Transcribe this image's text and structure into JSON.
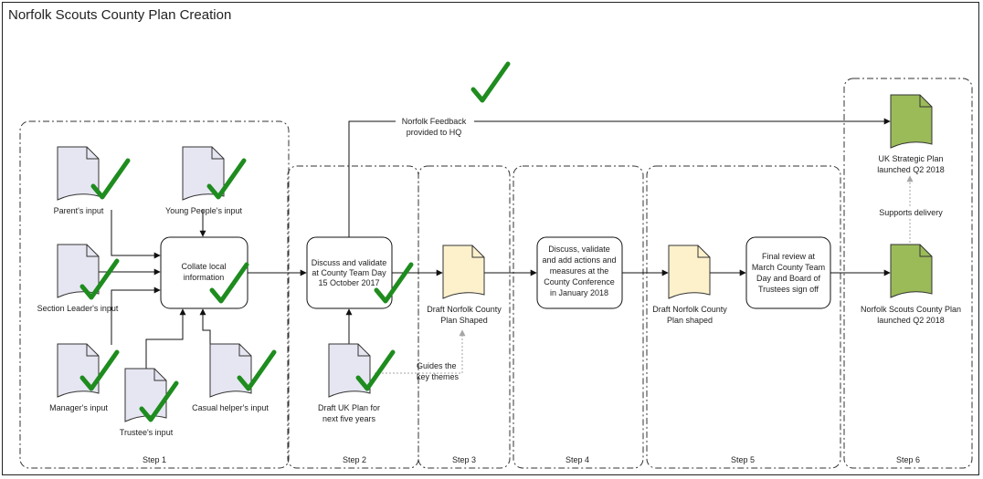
{
  "title": "Norfolk Scouts County Plan Creation",
  "steps": {
    "s1": "Step 1",
    "s2": "Step 2",
    "s3": "Step 3",
    "s4": "Step 4",
    "s5": "Step 5",
    "s6": "Step 6"
  },
  "inputs": {
    "parents": "Parent's input",
    "young_people": "Young People's input",
    "section_leader": "Section Leader's input",
    "manager": "Manager's input",
    "trustee": "Trustee's input",
    "casual_helper": "Casual helper's input"
  },
  "processes": {
    "collate": [
      "Collate local",
      "information"
    ],
    "discuss_validate": [
      "Discuss and validate",
      "at County Team Day",
      "15 October 2017"
    ],
    "discuss_conference": [
      "Discuss, validate",
      "and add actions and",
      "measures at the",
      "County Conference",
      "in January 2018"
    ],
    "final_review": [
      "Final review at",
      "March County Team",
      "Day and Board of",
      "Trustees sign off"
    ]
  },
  "documents": {
    "draft_uk": [
      "Draft UK Plan for",
      "next five years"
    ],
    "draft_norfolk_shaped_1": [
      "Draft Norfolk County",
      "Plan Shaped"
    ],
    "draft_norfolk_shaped_2": [
      "Draft Norfolk County",
      "Plan shaped"
    ],
    "uk_strategic": [
      "UK Strategic Plan",
      "launched Q2 2018"
    ],
    "norfolk_plan": [
      "Norfolk Scouts County Plan",
      "launched Q2 2018"
    ]
  },
  "edge_labels": {
    "feedback": [
      "Norfolk Feedback",
      "provided to HQ"
    ],
    "guides": [
      "Guides the",
      "key themes"
    ],
    "supports": "Supports delivery"
  },
  "colors": {
    "input_doc": "#e6e6f2",
    "draft_doc": "#fdf1cc",
    "final_doc": "#9bbb59",
    "check": "#1e8c1e",
    "dashed_arrow": "#a6a6a6"
  }
}
